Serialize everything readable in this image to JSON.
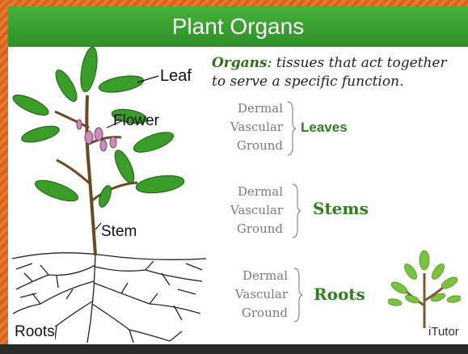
{
  "title": "Plant Organs",
  "diagram_labels": {
    "leaf": "Leaf",
    "flower": "Flower",
    "stem": "Stem",
    "roots": "Roots"
  },
  "definition": {
    "term": "Organs",
    "rest_line1": ": tissues that act together",
    "line2": "to serve a specific function."
  },
  "groups": [
    {
      "tissues": [
        "Dermal",
        "Vascular",
        "Ground"
      ],
      "organ": "Leaves"
    },
    {
      "tissues": [
        "Dermal",
        "Vascular",
        "Ground"
      ],
      "organ": "Stems"
    },
    {
      "tissues": [
        "Dermal",
        "Vascular",
        "Ground"
      ],
      "organ": "Roots"
    }
  ],
  "logo_text": "iTutor",
  "colors": {
    "title_green": "#3aa02f",
    "organ_green": "#2e7d1e",
    "frame_orange": "#e0701f"
  }
}
